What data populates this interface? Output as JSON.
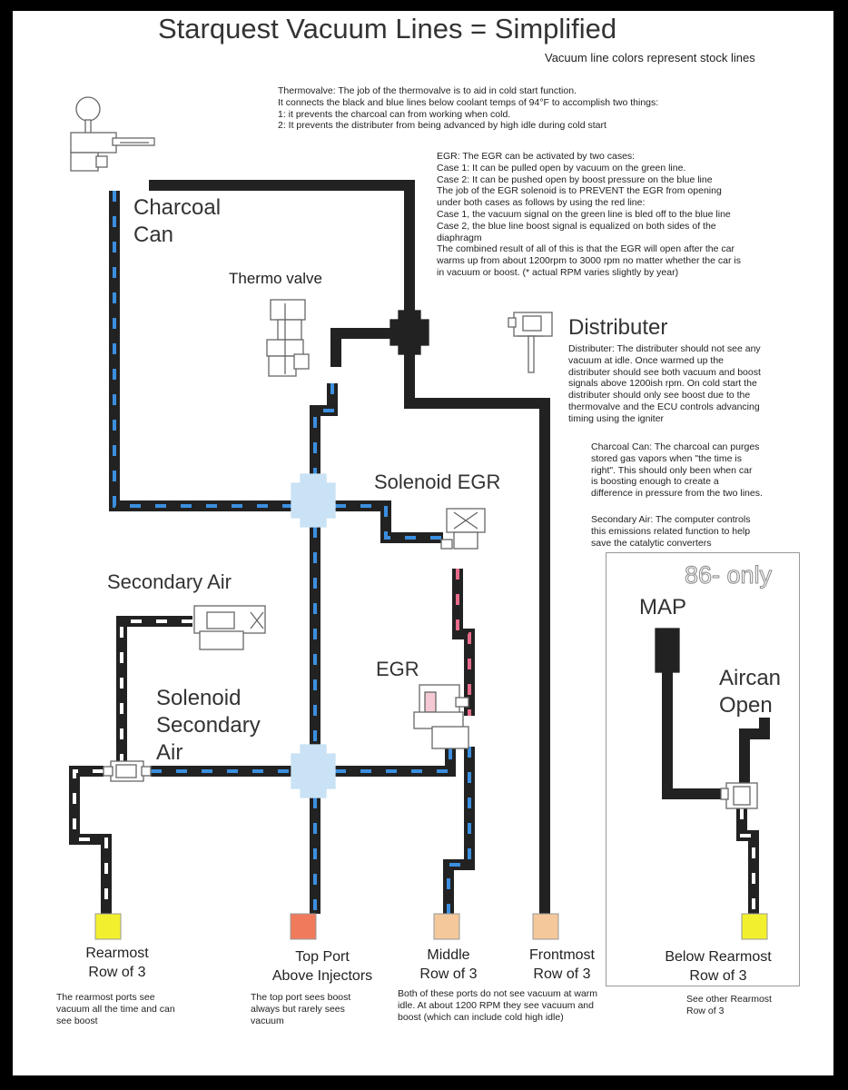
{
  "title": "Starquest Vacuum Lines = Simplified",
  "subtitle": "Vacuum line colors represent stock lines",
  "notes": {
    "thermovalve": "Thermovalve:  The job of the thermovalve is to aid in cold start function.\nIt connects the black and blue lines below coolant temps of 94°F to accomplish two things:\n1:  it prevents the charcoal can from working when cold.\n2:  It prevents the distributer from being advanced by high idle during cold start",
    "egr": "EGR: The EGR can be activated by two cases:\nCase 1:  It can be pulled open by vacuum on the green line.\nCase 2:  It can be pushed open by boost pressure on the blue line\nThe job of the EGR solenoid is to PREVENT the EGR from opening\nunder both cases as follows by using the red line:\nCase 1, the vacuum signal on the green line is bled off to the blue line\nCase 2, the blue line boost signal is equalized on both sides of the\ndiaphragm\nThe combined result of all of this is that the EGR will open after the car\nwarms up from about 1200rpm to 3000 rpm no matter whether the car is\nin vacuum or boost.  (* actual RPM varies slightly by year)",
    "distributer": "Distributer:  The distributer should not see any\nvacuum at idle.  Once warmed up the\ndistributer should see both vacuum and boost\nsignals above 1200ish rpm.  On cold start the\ndistributer should only see boost due to the\nthermovalve and  the ECU controls advancing\ntiming using the igniter",
    "charcoal": "Charcoal Can:  The charcoal can purges\nstored gas vapors when \"the time is\nright\".  This should only been when car\nis boosting enough to create a\ndifference in pressure from the two lines.",
    "secondary": "Secondary Air:  The computer controls\nthis emissions related function to help\nsave the catalytic converters"
  },
  "labels": {
    "charcoal_can": "Charcoal\n Can",
    "thermo_valve": "Thermo valve",
    "distributer": "Distributer",
    "solenoid_egr": "Solenoid EGR",
    "secondary_air": "Secondary Air",
    "egr": "EGR",
    "solenoid_secondary_air": "Solenoid\nSecondary\nAir",
    "map": "MAP",
    "aircan_open": "Aircan\nOpen",
    "only86": "86- only"
  },
  "ports": [
    {
      "label": "Rearmost\nRow of 3",
      "desc": "The rearmost ports see\nvacuum all the time and can\nsee boost",
      "color": "#f2f02e"
    },
    {
      "label": "Top Port\nAbove Injectors",
      "desc": "The top port sees boost\nalways but rarely sees\nvacuum",
      "color": "#f07a5c"
    },
    {
      "label": "Middle\nRow of 3",
      "desc": "Both of these ports do not see vacuum at warm\nidle.  At about 1200 RPM they see vacuum and\nboost (which can include cold high idle)",
      "color": "#f4c89a"
    },
    {
      "label": "Frontmost\nRow of 3",
      "desc": "",
      "color": "#f4c89a"
    },
    {
      "label": "Below Rearmost\nRow of 3",
      "desc": "See other Rearmost\nRow of 3",
      "color": "#f2f02e"
    }
  ],
  "colors": {
    "hose": "#222222",
    "blue_dash": "#3b8fe0",
    "red_dash": "#e86a8a",
    "junction": "#c9e2f5",
    "white_dash": "#ffffff"
  }
}
